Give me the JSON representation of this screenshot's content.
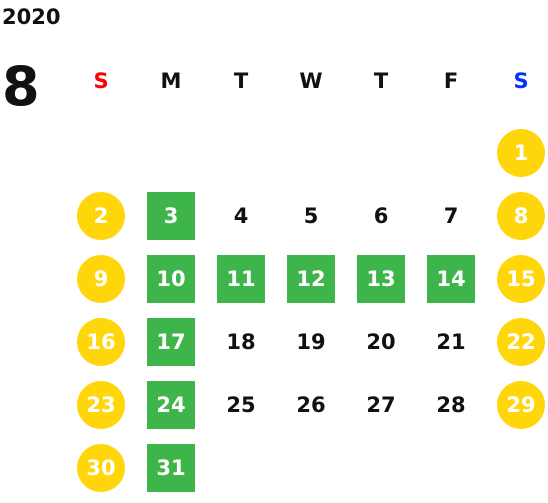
{
  "year": "2020",
  "month": "8",
  "weekdays": [
    "S",
    "M",
    "T",
    "W",
    "T",
    "F",
    "S"
  ],
  "weeks": [
    [
      {
        "d": ""
      },
      {
        "d": ""
      },
      {
        "d": ""
      },
      {
        "d": ""
      },
      {
        "d": ""
      },
      {
        "d": ""
      },
      {
        "d": "1",
        "s": "circle"
      }
    ],
    [
      {
        "d": "2",
        "s": "circle"
      },
      {
        "d": "3",
        "s": "square"
      },
      {
        "d": "4"
      },
      {
        "d": "5"
      },
      {
        "d": "6"
      },
      {
        "d": "7"
      },
      {
        "d": "8",
        "s": "circle"
      }
    ],
    [
      {
        "d": "9",
        "s": "circle"
      },
      {
        "d": "10",
        "s": "square"
      },
      {
        "d": "11",
        "s": "square"
      },
      {
        "d": "12",
        "s": "square"
      },
      {
        "d": "13",
        "s": "square"
      },
      {
        "d": "14",
        "s": "square"
      },
      {
        "d": "15",
        "s": "circle"
      }
    ],
    [
      {
        "d": "16",
        "s": "circle"
      },
      {
        "d": "17",
        "s": "square"
      },
      {
        "d": "18"
      },
      {
        "d": "19"
      },
      {
        "d": "20"
      },
      {
        "d": "21"
      },
      {
        "d": "22",
        "s": "circle"
      }
    ],
    [
      {
        "d": "23",
        "s": "circle"
      },
      {
        "d": "24",
        "s": "square"
      },
      {
        "d": "25"
      },
      {
        "d": "26"
      },
      {
        "d": "27"
      },
      {
        "d": "28"
      },
      {
        "d": "29",
        "s": "circle"
      }
    ],
    [
      {
        "d": "30",
        "s": "circle"
      },
      {
        "d": "31",
        "s": "square"
      },
      {
        "d": ""
      },
      {
        "d": ""
      },
      {
        "d": ""
      },
      {
        "d": ""
      },
      {
        "d": ""
      }
    ]
  ],
  "colors": {
    "holiday": "#ffd60a",
    "highlight": "#3db54a",
    "sunday": "#ff0000",
    "saturday": "#0033ff"
  }
}
